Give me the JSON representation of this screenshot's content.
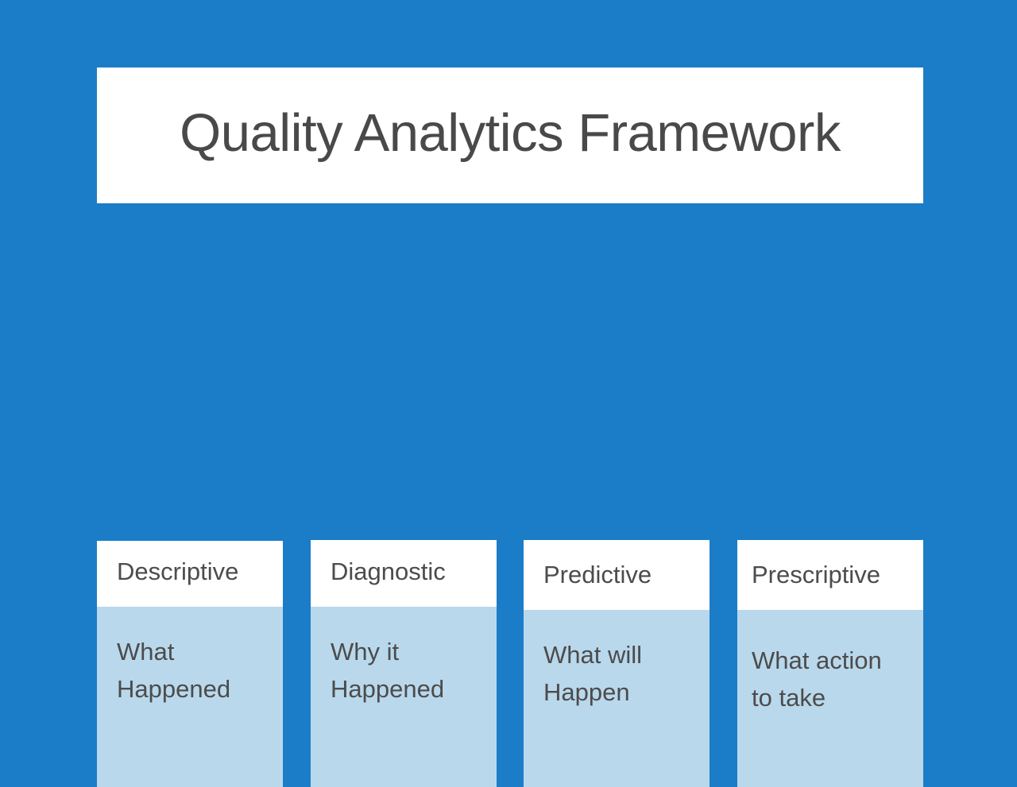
{
  "slide": {
    "background_color": "#1b7dc7",
    "title": "Quality Analytics Framework"
  },
  "theme": {
    "background_blue": "#1b7dc7",
    "card_header_white": "#ffffff",
    "card_body_light_blue": "#b9d8ec",
    "text_gray": "#4c4c4c",
    "title_gray": "#494949"
  },
  "cards": [
    {
      "header": "Descriptive",
      "body": "What\nHappened"
    },
    {
      "header": "Diagnostic",
      "body": "Why it\nHappened"
    },
    {
      "header": "Predictive",
      "body": "What will\nHappen"
    },
    {
      "header": "Prescriptive",
      "body": "What action\nto take"
    }
  ]
}
